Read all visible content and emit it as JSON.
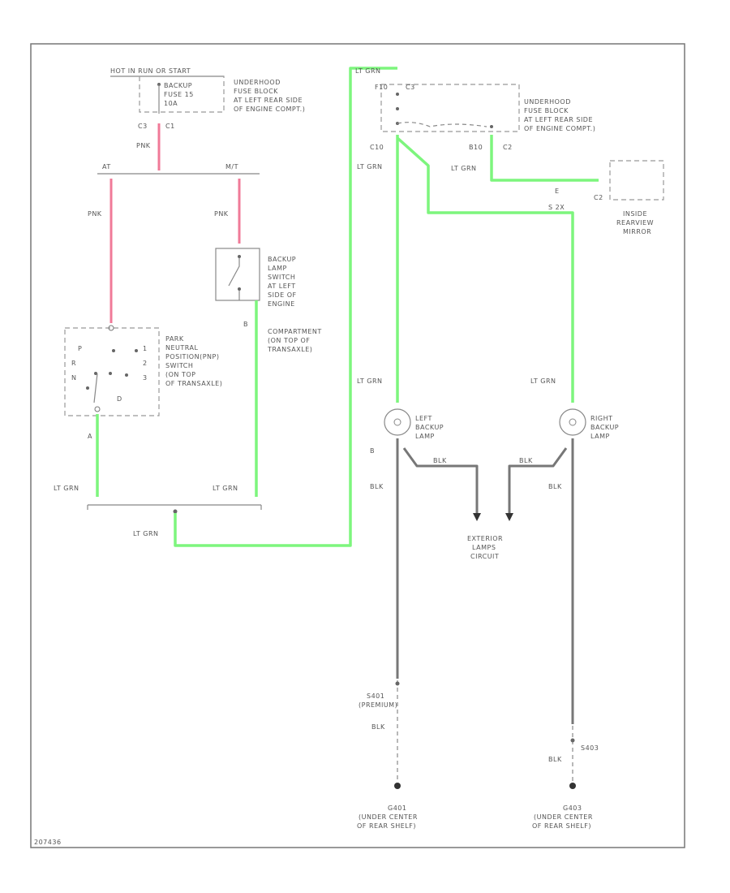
{
  "fuse": {
    "hot_label": "HOT IN RUN OR START",
    "fuse_line1": "BACKUP",
    "fuse_line2": "FUSE 15",
    "fuse_line3": "10A",
    "block_label": [
      "UNDERHOOD",
      "FUSE BLOCK",
      "AT LEFT REAR SIDE",
      "OF ENGINE COMPT.)"
    ],
    "conn_c3": "C3",
    "conn_c1": "C1",
    "wire": "PNK"
  },
  "fuse2": {
    "top_wire": "LT GRN",
    "pin_f10": "F10",
    "conn_c3": "C3",
    "conn_c10": "C10",
    "conn_b10": "B10",
    "conn_c2": "C2",
    "block_label": [
      "UNDERHOOD",
      "FUSE BLOCK",
      "AT LEFT REAR SIDE",
      "OF ENGINE COMPT.)"
    ]
  },
  "splice": {
    "at": "AT",
    "mt": "M/T"
  },
  "pink_wires": {
    "left": "PNK",
    "right": "PNK"
  },
  "backup_switch": {
    "label": [
      "BACKUP",
      "LAMP",
      "SWITCH",
      "AT LEFT",
      "SIDE OF",
      "ENGINE",
      "COMPARTMENT",
      "(ON TOP OF",
      "TRANSAXLE)"
    ],
    "pin": "B"
  },
  "pnp_switch": {
    "label": [
      "PARK",
      "NEUTRAL",
      "POSITION(PNP)",
      "SWITCH",
      "(ON TOP",
      "OF TRANSAXLE)"
    ],
    "gears": [
      "P",
      "R",
      "N",
      "D",
      "3",
      "2",
      "1"
    ],
    "pin": "A"
  },
  "green_wires": {
    "pnp_out": "LT GRN",
    "switch_out": "LT GRN",
    "bottom": "LT GRN",
    "c10_out": "LT GRN",
    "to_mirror": "LT GRN",
    "left_lamp_feed": "LT GRN",
    "right_lamp_feed": "LT GRN"
  },
  "mirror": {
    "conn": "C2",
    "pin": "E",
    "label": [
      "INSIDE",
      "REARVIEW",
      "MIRROR"
    ],
    "splice": "S 2X"
  },
  "left_lamp": {
    "label": [
      "LEFT",
      "BACKUP",
      "LAMP"
    ],
    "pin": "B",
    "ground_wire": "BLK"
  },
  "right_lamp": {
    "label": [
      "RIGHT",
      "BACKUP",
      "LAMP"
    ],
    "ground_wire": "BLK"
  },
  "exterior": {
    "wire_left": "BLK",
    "wire_right": "BLK",
    "label": [
      "EXTERIOR",
      "LAMPS",
      "CIRCUIT"
    ]
  },
  "ground_left": {
    "splice_label": [
      "S401",
      "(PREMIUM)"
    ],
    "wire": "BLK",
    "label": [
      "G401",
      "(UNDER CENTER",
      "OF REAR SHELF)"
    ]
  },
  "ground_right": {
    "splice_label": [
      "S403"
    ],
    "wire": "BLK",
    "label": [
      "G403",
      "(UNDER CENTER",
      "OF REAR SHELF)"
    ]
  },
  "footer": {
    "code": "207436"
  }
}
